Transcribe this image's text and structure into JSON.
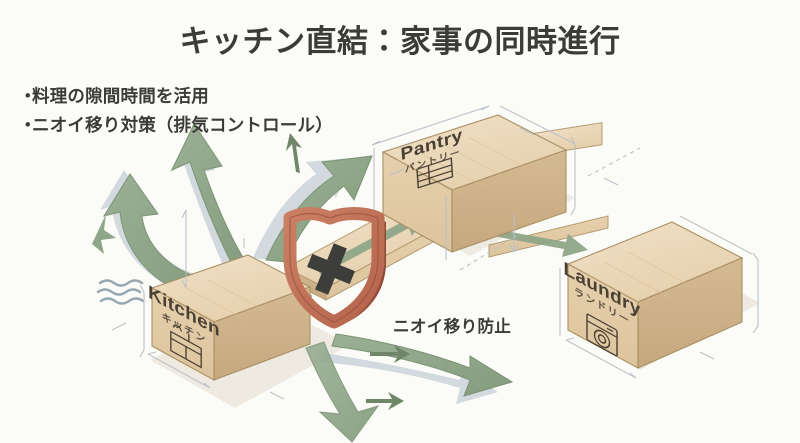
{
  "slide": {
    "title": "キッチン直結：家事の同時進行",
    "background_color": "#fbfbf7",
    "text_color": "#3b3b38"
  },
  "bullets": [
    {
      "marker": "・",
      "text": "料理の隙間時間を活用"
    },
    {
      "marker": "・",
      "text": "ニオイ移り対策（排気コントロール）"
    }
  ],
  "diagram": {
    "style": "isometric-blueprint",
    "rooms": [
      {
        "id": "kitchen",
        "label_en": "Kitchen",
        "label_ja": "キッチン",
        "icon": "stove-icon",
        "position": "lower-left"
      },
      {
        "id": "pantry",
        "label_en": "Pantry",
        "label_ja": "パントリー",
        "icon": "shelf-icon",
        "position": "upper-center"
      },
      {
        "id": "laundry",
        "label_en": "Laundry",
        "label_ja": "ランドリー",
        "icon": "washing-machine-icon",
        "position": "lower-right"
      }
    ],
    "connectors": [
      {
        "id": "kitchen-to-pantry",
        "from": "kitchen",
        "to": "pantry",
        "arrow_color": "#8aa183"
      },
      {
        "id": "pantry-to-laundry",
        "from": "pantry",
        "to": "laundry",
        "arrow_color": "#8aa183"
      }
    ],
    "blocker": {
      "id": "odor-shield",
      "icon": "shield-cross-icon",
      "caption": "ニオイ移り防止",
      "shield_color": "#c3725a",
      "mark_color": "#3d3d3b"
    },
    "airflow": {
      "name": "exhaust-airflow-arrows",
      "arrow_color": "#93a98c",
      "shadow_color": "#c3cdd6",
      "steam_icon": "wavy-lines-icon",
      "steam_color": "#97a7b0"
    },
    "colors": {
      "wood_top": "#ecd9bb",
      "wood_front": "#e2caa5",
      "wood_side": "#cdb186",
      "wood_edge": "#a98f63",
      "dimension_line": "#b9bfc6",
      "ground_shadow": "#e6e2d8"
    }
  }
}
